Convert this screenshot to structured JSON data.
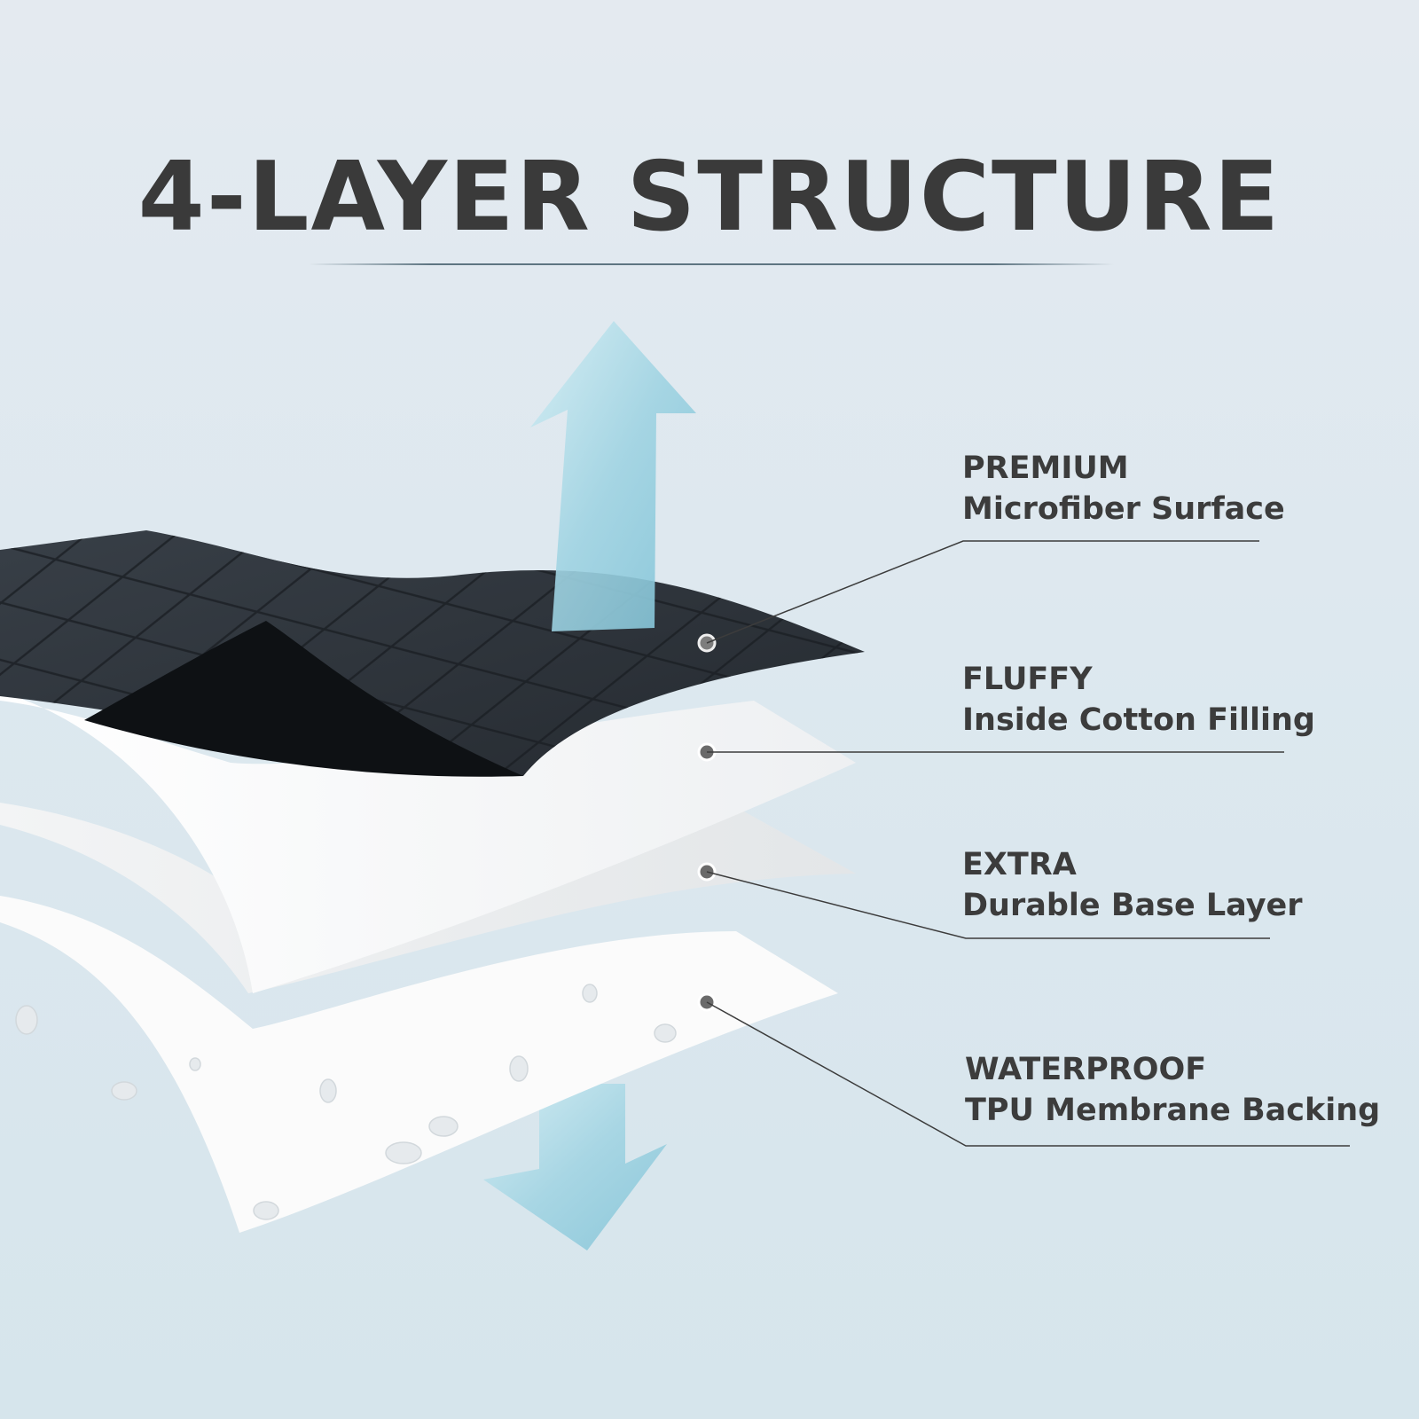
{
  "title": "4-LAYER STRUCTURE",
  "layers": [
    {
      "heading": "PREMIUM",
      "description": "Microfiber Surface"
    },
    {
      "heading": "FLUFFY",
      "description": "Inside Cotton Filling"
    },
    {
      "heading": "EXTRA",
      "description": "Durable Base Layer"
    },
    {
      "heading": "WATERPROOF",
      "description": "TPU Membrane Backing"
    }
  ],
  "colors": {
    "text": "#3c3c3c",
    "surface_layer": "#2b3138",
    "filling_layer": "#f4f5f6",
    "base_layer": "#e9ecee",
    "membrane_layer": "#fafbfb",
    "arrow": "#9fd4e2"
  }
}
